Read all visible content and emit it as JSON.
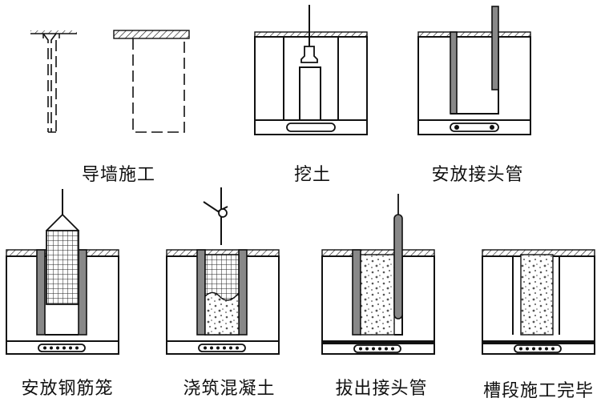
{
  "steps": [
    {
      "label": "导墙施工"
    },
    {
      "label": "挖土"
    },
    {
      "label": "安放接头管"
    },
    {
      "label": "安放钢筋笼"
    },
    {
      "label": "浇筑混凝土"
    },
    {
      "label": "拔出接头管"
    },
    {
      "label": "槽段施工完毕"
    }
  ],
  "colors": {
    "line": "#111111",
    "mesh": "#222222",
    "fill": "#ffffff",
    "dots": "#555555"
  }
}
